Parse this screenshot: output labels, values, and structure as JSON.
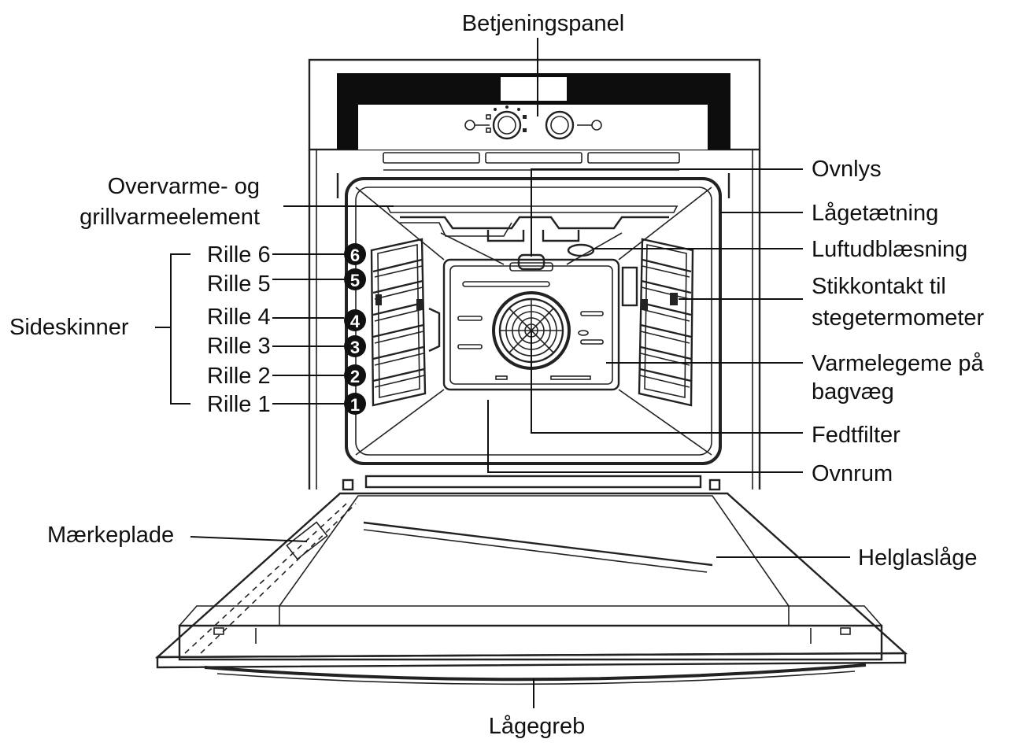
{
  "labels": {
    "betjeningspanel": "Betjeningspanel",
    "overvarme_line1": "Overvarme- og",
    "overvarme_line2": "grillvarmeelement",
    "sideskinner": "Sideskinner",
    "rille6": "Rille 6",
    "rille5": "Rille 5",
    "rille4": "Rille 4",
    "rille3": "Rille 3",
    "rille2": "Rille 2",
    "rille1": "Rille 1",
    "ovnlys": "Ovnlys",
    "lagetaetning": "Lågetætning",
    "luftudblaesning": "Luftudblæsning",
    "stikkontakt_line1": "Stikkontakt til",
    "stikkontakt_line2": "stegetermometer",
    "varmelegeme_line1": "Varmelegeme på",
    "varmelegeme_line2": "bagvæg",
    "fedtfilter": "Fedtfilter",
    "ovnrum": "Ovnrum",
    "maerkeplade": "Mærkeplade",
    "helglaslage": "Helglaslåge",
    "lagegreb": "Lågegreb"
  },
  "rack_badges": [
    "6",
    "5",
    "4",
    "3",
    "2",
    "1"
  ]
}
